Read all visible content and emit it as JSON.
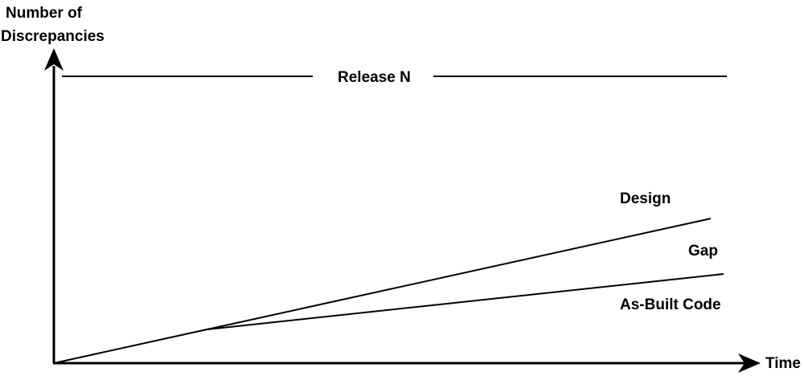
{
  "axes": {
    "y_label_line1": "Number of",
    "y_label_line2": "Discrepancies",
    "x_label": "Time"
  },
  "release": {
    "label": "Release N"
  },
  "lines": {
    "design_label": "Design",
    "gap_label": "Gap",
    "as_built_label": "As-Built Code"
  },
  "colors": {
    "ink": "#000000",
    "background": "#ffffff"
  }
}
